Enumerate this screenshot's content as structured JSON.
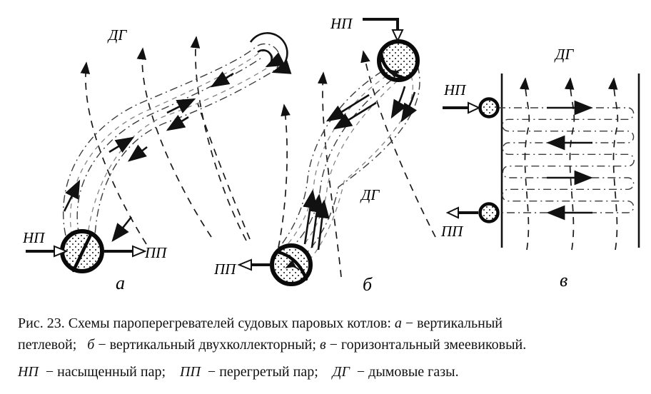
{
  "figure": {
    "colors": {
      "ink": "#111111",
      "tube_dark": "#3c3c3c",
      "tube_light": "#848484",
      "background": "#ffffff"
    },
    "diagram_a": {
      "gas_label": "ДГ",
      "inlet_label": "НП",
      "outlet_label": "ПП",
      "tag": "а"
    },
    "diagram_b": {
      "gas_label": "ДГ",
      "inlet_label": "НП",
      "outlet_label": "ПП",
      "tag": "б"
    },
    "diagram_v": {
      "gas_label": "ДГ",
      "inlet_label": "НП",
      "outlet_label": "ПП",
      "tag": "в"
    }
  },
  "caption": {
    "line1": {
      "s1": "Рис. 23. Схемы пароперегревателей судовых паровых котлов: ",
      "em1": "а",
      "s2": " − вертикальный"
    },
    "line2": {
      "s1": "петлевой;   ",
      "em1": "б",
      "s2": " − вертикальный двухколлекторный; ",
      "em2": "в",
      "s3": " − горизонтальный змеевиковый."
    }
  },
  "legend": {
    "em1": "НП",
    "s1": "  − насыщенный пар;    ",
    "em2": "ПП",
    "s2": "  − перегретый пар;    ",
    "em3": "ДГ",
    "s3": "  − дымовые газы."
  }
}
